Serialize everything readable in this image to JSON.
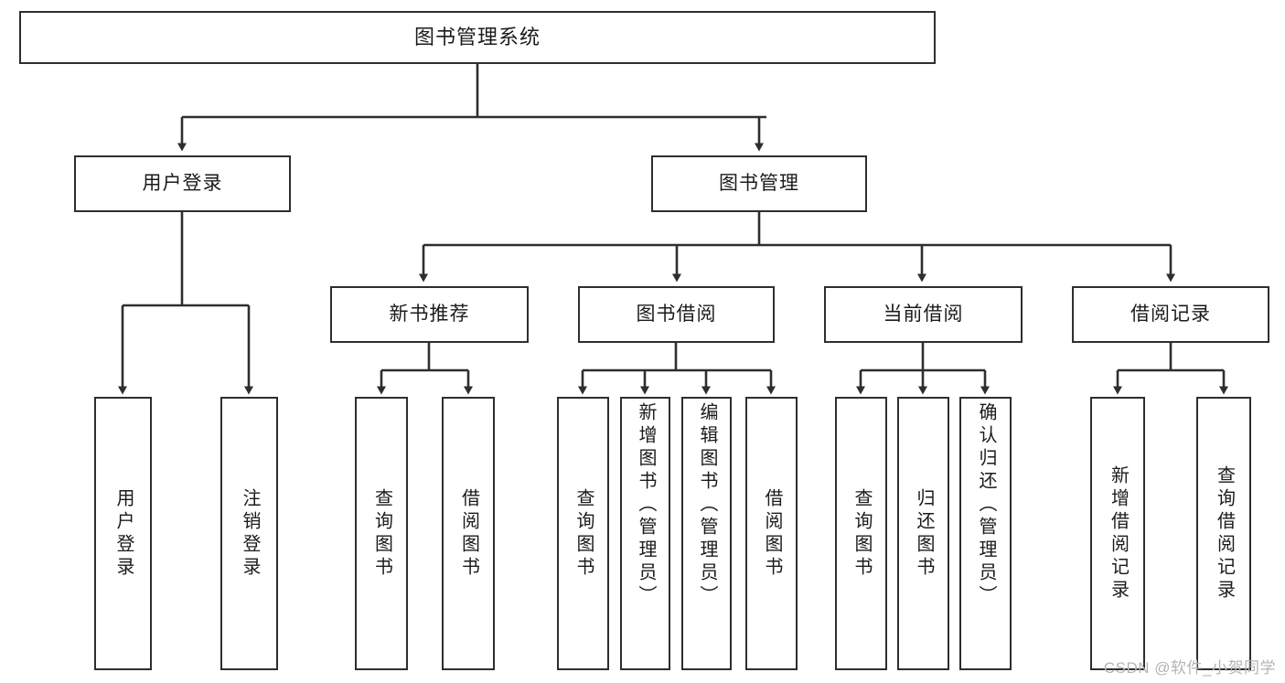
{
  "diagram": {
    "title": "图书管理系统",
    "type": "hierarchy-tree",
    "watermark": "CSDN @软件_小贺同学",
    "colors": {
      "stroke": "#2e2e2e",
      "fill": "#ffffff",
      "text": "#1b1b1b",
      "watermark": "#b4b4b4"
    },
    "levels": {
      "root": "图书管理系统",
      "level2": [
        "用户登录",
        "图书管理"
      ],
      "level3": [
        "新书推荐",
        "图书借阅",
        "当前借阅",
        "借阅记录"
      ]
    },
    "nodes": {
      "root": "图书管理系统",
      "user_login": "用户登录",
      "book_manage": "图书管理",
      "new_book_rec": "新书推荐",
      "book_borrow": "图书借阅",
      "current_borrow": "当前借阅",
      "borrow_record": "借阅记录",
      "leaf_user_login": "用户登录",
      "leaf_logout": "注销登录",
      "leaf_query_book_1": "查询图书",
      "leaf_borrow_book_1": "借阅图书",
      "leaf_query_book_2": "查询图书",
      "leaf_add_book_admin": "新增图书（管理员）",
      "leaf_edit_book_admin": "编辑图书（管理员）",
      "leaf_borrow_book_2": "借阅图书",
      "leaf_query_book_3": "查询图书",
      "leaf_return_book": "归还图书",
      "leaf_confirm_return_admin": "确认归还（管理员）",
      "leaf_add_record": "新增借阅记录",
      "leaf_query_record": "查询借阅记录"
    },
    "edges": [
      {
        "from": "图书管理系统",
        "to": "用户登录"
      },
      {
        "from": "图书管理系统",
        "to": "图书管理"
      },
      {
        "from": "图书管理",
        "to": "新书推荐"
      },
      {
        "from": "图书管理",
        "to": "图书借阅"
      },
      {
        "from": "图书管理",
        "to": "当前借阅"
      },
      {
        "from": "图书管理",
        "to": "借阅记录"
      },
      {
        "from": "用户登录",
        "to": "用户登录"
      },
      {
        "from": "用户登录",
        "to": "注销登录"
      },
      {
        "from": "新书推荐",
        "to": "查询图书"
      },
      {
        "from": "新书推荐",
        "to": "借阅图书"
      },
      {
        "from": "图书借阅",
        "to": "查询图书"
      },
      {
        "from": "图书借阅",
        "to": "新增图书（管理员）"
      },
      {
        "from": "图书借阅",
        "to": "编辑图书（管理员）"
      },
      {
        "from": "图书借阅",
        "to": "借阅图书"
      },
      {
        "from": "当前借阅",
        "to": "查询图书"
      },
      {
        "from": "当前借阅",
        "to": "归还图书"
      },
      {
        "from": "当前借阅",
        "to": "确认归还（管理员）"
      },
      {
        "from": "借阅记录",
        "to": "新增借阅记录"
      },
      {
        "from": "借阅记录",
        "to": "查询借阅记录"
      }
    ]
  }
}
